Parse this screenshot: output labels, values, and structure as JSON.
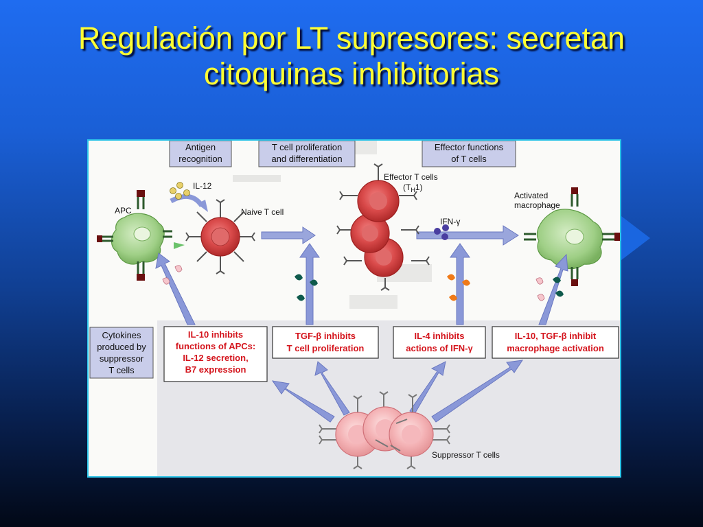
{
  "slide": {
    "title_line1": "Regulación por LT supresores: secretan",
    "title_line2": "citoquinas inhibitorias"
  },
  "diagram": {
    "stage_headers": [
      {
        "line1": "Antigen",
        "line2": "recognition"
      },
      {
        "line1": "T cell proliferation",
        "line2": "and differentiation"
      },
      {
        "line1": "Effector functions",
        "line2": "of T cells"
      }
    ],
    "cell_labels": {
      "apc": "APC",
      "naive": "Naive T cell",
      "effector_line1": "Effector T cells",
      "effector_line2": "(T",
      "effector_sub": "H",
      "effector_end": "1)",
      "macrophage_line1": "Activated",
      "macrophage_line2": "macrophage",
      "suppressor": "Suppressor T cells"
    },
    "cytokine_labels": {
      "il12": "IL-12",
      "ifn": "IFN-γ"
    },
    "left_box": {
      "line1": "Cytokines",
      "line2": "produced by",
      "line3": "suppressor",
      "line4": "T cells"
    },
    "inhibition_boxes": [
      {
        "line1": "IL-10 inhibits",
        "line2": "functions of APCs:",
        "line3": "IL-12 secretion,",
        "line4": "B7 expression"
      },
      {
        "line1": "TGF-β inhibits",
        "line2": "T cell proliferation"
      },
      {
        "line1": "IL-4 inhibits",
        "line2": "actions of IFN-γ"
      },
      {
        "line1": "IL-10, TGF-β inhibit",
        "line2": "macrophage activation"
      }
    ],
    "colors": {
      "header_fill": "#c9cdea",
      "arrow_fill": "#8a98d8",
      "box_text_red": "#d4141c",
      "apc_green": "#9fcf86",
      "naive_red": "#d94a4a",
      "suppressor_pink": "#f2a9ad",
      "lower_panel": "#e8e8ec",
      "tgf_teal": "#0f5a4c",
      "il4_orange": "#f07a18",
      "ifn_purple": "#4a3ea0",
      "il10_pink": "#f4c0c6",
      "il12_yellow": "#e8d06a"
    }
  }
}
